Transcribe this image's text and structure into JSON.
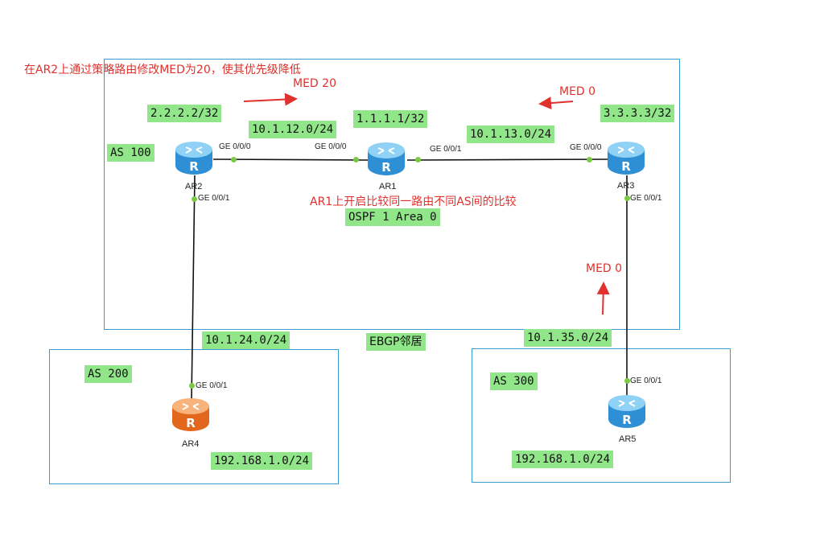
{
  "colors": {
    "label_bg": "#92e68a",
    "annotation": "#e0312d",
    "box_border": "#3a9bd1",
    "router_blue": "#3fa9e8",
    "router_orange": "#f07d2e",
    "link": "#111111",
    "port_dot": "#7ac943"
  },
  "annotations": {
    "policy_note": "在AR2上通过策略路由修改MED为20，使其优先级降低",
    "compare_note": "AR1上开启比较同一路由不同AS间的比较",
    "med_ar2": "MED 20",
    "med_ar3": "MED 0",
    "med_ar5": "MED 0"
  },
  "labels": {
    "ar2_loopback": "2.2.2.2/32",
    "ar1_loopback": "1.1.1.1/32",
    "ar3_loopback": "3.3.3.3/32",
    "net_12": "10.1.12.0/24",
    "net_13": "10.1.13.0/24",
    "as100": "AS 100",
    "ospf": "OSPF 1 Area 0",
    "net_24": "10.1.24.0/24",
    "net_35": "10.1.35.0/24",
    "ebgp": "EBGP邻居",
    "as200": "AS 200",
    "as300": "AS 300",
    "as200_net": "192.168.1.0/24",
    "as300_net": "192.168.1.0/24"
  },
  "routers": {
    "ar1": {
      "name": "AR1",
      "icon": "router-icon"
    },
    "ar2": {
      "name": "AR2",
      "icon": "router-icon"
    },
    "ar3": {
      "name": "AR3",
      "icon": "router-icon"
    },
    "ar4": {
      "name": "AR4",
      "icon": "router-icon"
    },
    "ar5": {
      "name": "AR5",
      "icon": "router-icon"
    }
  },
  "ports": {
    "ar2_g000": "GE 0/0/0",
    "ar1_g000": "GE 0/0/0",
    "ar1_g001": "GE 0/0/1",
    "ar3_g000": "GE 0/0/0",
    "ar2_g001": "GE 0/0/1",
    "ar3_g001": "GE 0/0/1",
    "ar4_g001": "GE 0/0/1",
    "ar5_g001": "GE 0/0/1"
  }
}
